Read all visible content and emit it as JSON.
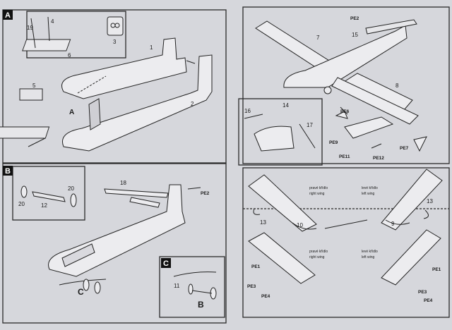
{
  "sections": {
    "a": "A",
    "b": "B",
    "c": "C"
  },
  "step_a": {
    "parts": [
      "19",
      "4",
      "6",
      "3",
      "1",
      "2",
      "5"
    ],
    "callout": "A"
  },
  "step_b": {
    "parts": [
      "20",
      "12",
      "20",
      "18"
    ],
    "callout": "C",
    "photoetch": [
      "PE2"
    ]
  },
  "step_c": {
    "parts": [
      "11"
    ],
    "callout": "B"
  },
  "step_d": {
    "parts": [
      "7",
      "15",
      "8",
      "16",
      "14",
      "17"
    ],
    "photoetch": [
      "PE2",
      "PE6",
      "PE9",
      "PE11",
      "PE12",
      "PE7"
    ]
  },
  "step_e": {
    "parts": [
      "13",
      "10",
      "9",
      "13"
    ],
    "photoetch": [
      "PE1",
      "PE3",
      "PE4",
      "PE1",
      "PE3",
      "PE4"
    ],
    "right_wing_cz": "pravé křídlo",
    "right_wing_en": "right wing",
    "left_wing_cz": "levé křídlo",
    "left_wing_en": "left wing"
  },
  "colors": {
    "paper": "#d6d7dc",
    "ink": "#1a1a1a",
    "section_tag": "#111111"
  }
}
